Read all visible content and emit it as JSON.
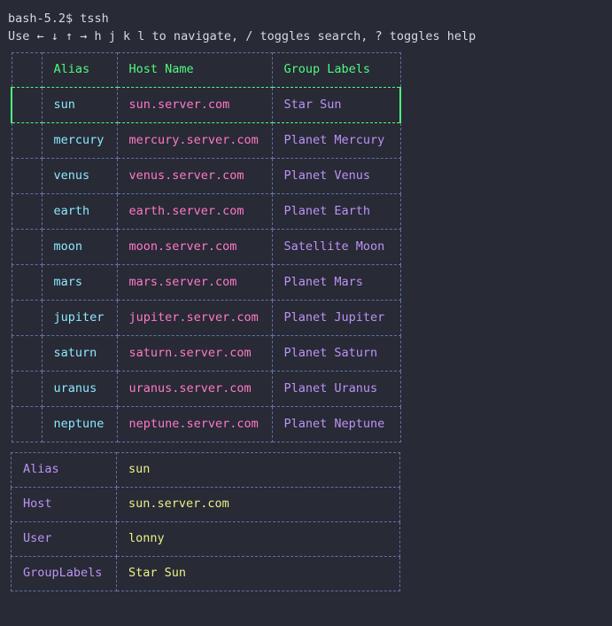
{
  "terminal": {
    "prompt_line": "bash-5.2$ tssh",
    "help_line": "Use ← ↓ ↑ → h j k l to navigate, / toggles search, ? toggles help"
  },
  "theme": {
    "background": "#282a36",
    "border": "#6272a4",
    "selection": "#50fa7b",
    "header_text": "#50fa7b",
    "alias_text": "#8be9fd",
    "host_text": "#ff79c6",
    "group_text": "#bd93f4",
    "detail_key_text": "#bd93f4",
    "detail_value_text": "#eaf185",
    "terminal_text": "#d6d9e3"
  },
  "host_table": {
    "columns": [
      "",
      "Alias",
      "Host Name",
      "Group Labels"
    ],
    "selected_index": 0,
    "rows": [
      {
        "alias": "sun",
        "host": "sun.server.com",
        "group": "Star Sun",
        "selected": true
      },
      {
        "alias": "mercury",
        "host": "mercury.server.com",
        "group": "Planet Mercury",
        "selected": false
      },
      {
        "alias": "venus",
        "host": "venus.server.com",
        "group": "Planet Venus",
        "selected": false
      },
      {
        "alias": "earth",
        "host": "earth.server.com",
        "group": "Planet Earth",
        "selected": false
      },
      {
        "alias": "moon",
        "host": "moon.server.com",
        "group": "Satellite Moon",
        "selected": false
      },
      {
        "alias": "mars",
        "host": "mars.server.com",
        "group": "Planet Mars",
        "selected": false
      },
      {
        "alias": "jupiter",
        "host": "jupiter.server.com",
        "group": "Planet Jupiter",
        "selected": false
      },
      {
        "alias": "saturn",
        "host": "saturn.server.com",
        "group": "Planet Saturn",
        "selected": false
      },
      {
        "alias": "uranus",
        "host": "uranus.server.com",
        "group": "Planet Uranus",
        "selected": false
      },
      {
        "alias": "neptune",
        "host": "neptune.server.com",
        "group": "Planet Neptune",
        "selected": false
      }
    ]
  },
  "detail_panel": {
    "rows": [
      {
        "key": "Alias",
        "value": "sun"
      },
      {
        "key": "Host",
        "value": "sun.server.com"
      },
      {
        "key": "User",
        "value": "lonny"
      },
      {
        "key": "GroupLabels",
        "value": "Star Sun"
      }
    ]
  }
}
